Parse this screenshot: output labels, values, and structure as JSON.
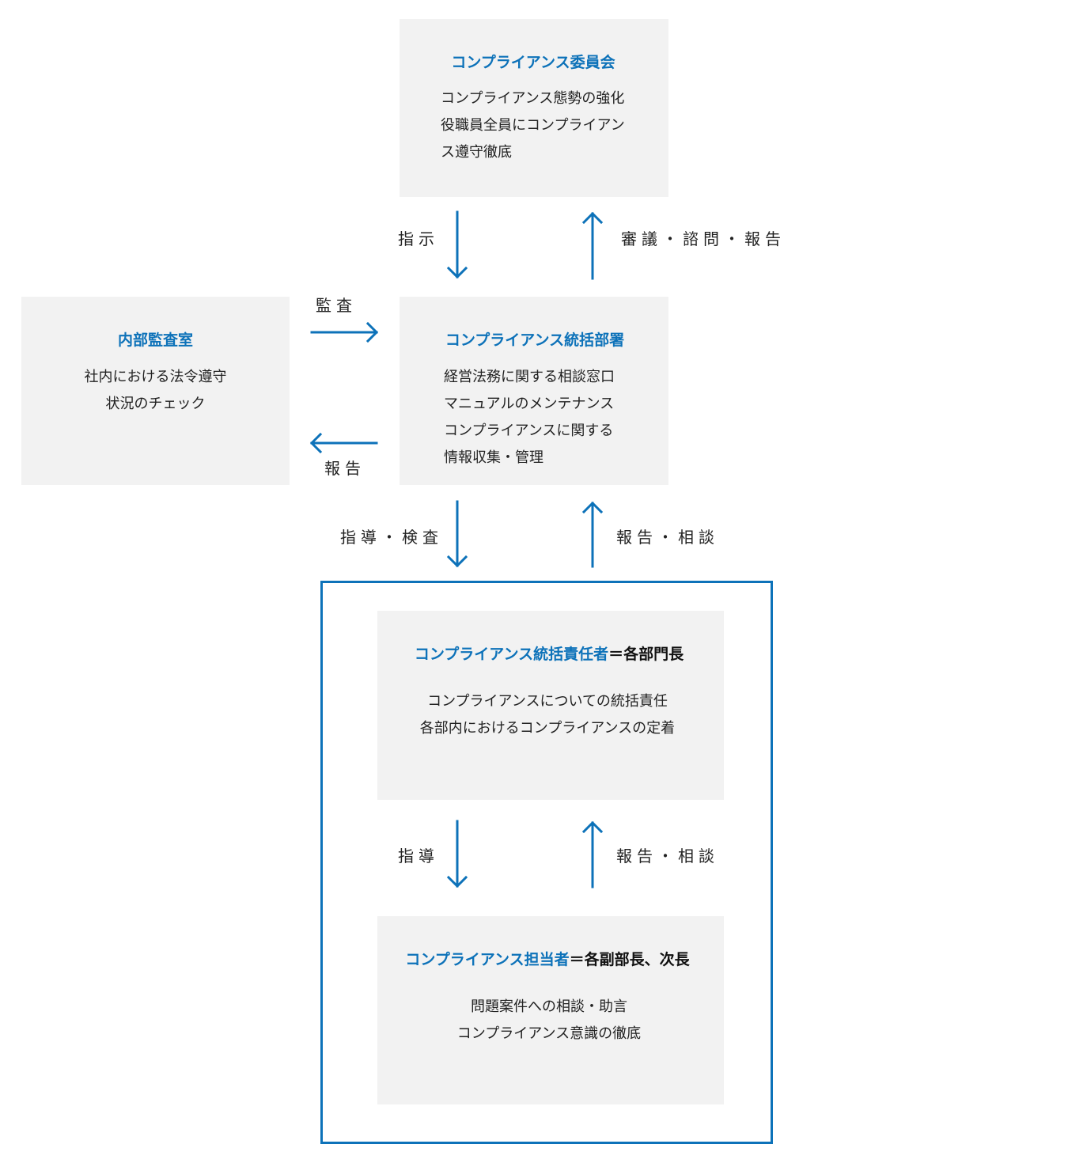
{
  "committee": {
    "title": "コンプライアンス委員会",
    "lines": [
      "コンプライアンス態勢の強化",
      "役職員全員にコンプライアン",
      "ス遵守徹底"
    ]
  },
  "audit_office": {
    "title": "内部監査室",
    "lines": [
      "社内における法令遵守",
      "状況のチェック"
    ]
  },
  "dept": {
    "title": "コンプライアンス統括部署",
    "lines": [
      "経営法務に関する相談窓口",
      "マニュアルのメンテナンス",
      "コンプライアンスに関する",
      "情報収集・管理"
    ]
  },
  "manager": {
    "title_blue": "コンプライアンス統括責任者",
    "title_plain": "＝各部門長",
    "lines": [
      "コンプライアンスについての統括責任",
      "各部内におけるコンプライアンスの定着"
    ]
  },
  "officer": {
    "title_blue": "コンプライアンス担当者",
    "title_plain": "＝各副部長、次長",
    "lines": [
      "問題案件への相談・助言",
      "コンプライアンス意識の徹底"
    ]
  },
  "labels": {
    "instruct": "指示",
    "deliberation": "審議・諮問・報告",
    "audit": "監査",
    "report_left": "報告",
    "guidance_inspection": "指導・検査",
    "report_consult_1": "報告・相談",
    "guidance": "指導",
    "report_consult_2": "報告・相談"
  },
  "colors": {
    "accent": "#0d72b9",
    "box_bg": "#f2f2f2"
  }
}
